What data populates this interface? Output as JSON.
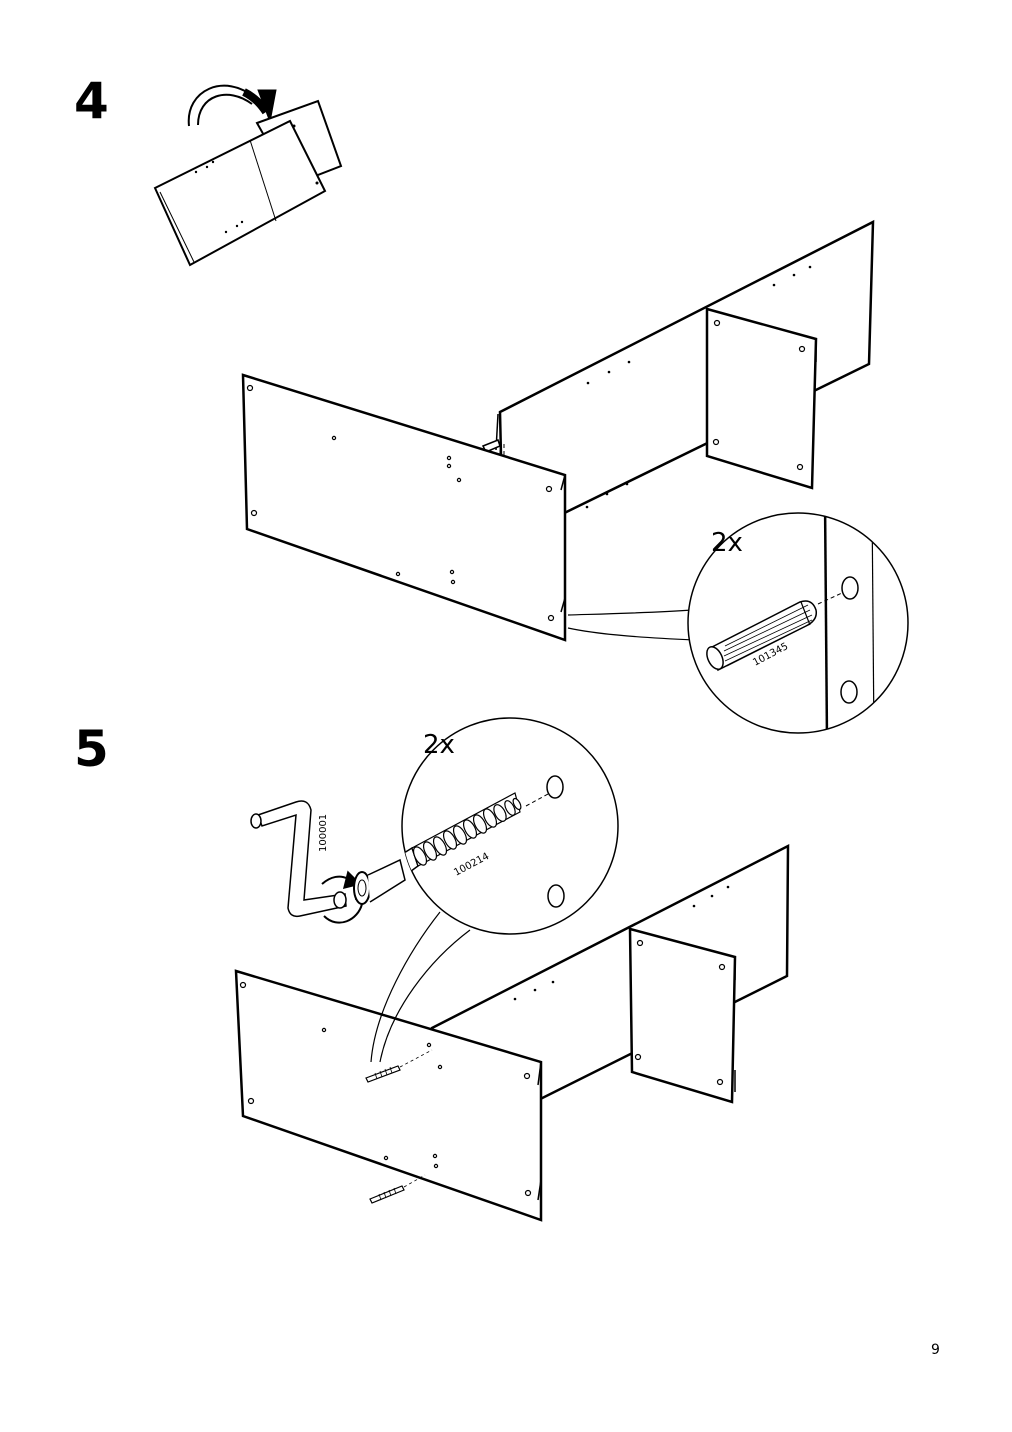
{
  "steps": [
    {
      "number": "4",
      "quantity": "2x",
      "part_number": "101345"
    },
    {
      "number": "5",
      "quantity": "2x",
      "part_numbers": {
        "tool": "100001",
        "screw": "100214"
      }
    }
  ],
  "page_number": "9"
}
